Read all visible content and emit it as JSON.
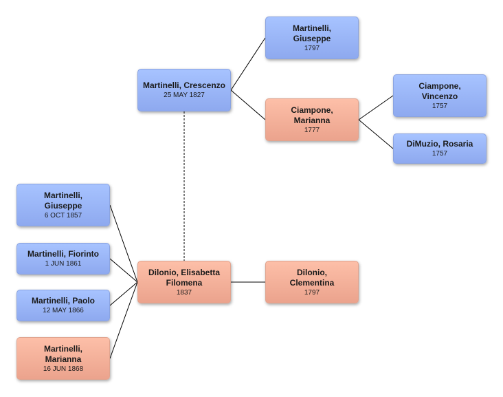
{
  "people": {
    "crescenzo": {
      "name": "Martinelli, Crescenzo",
      "date": "25 MAY 1827",
      "sex": "male"
    },
    "giuseppe_f": {
      "name": "Martinelli, Giuseppe",
      "date": "1797",
      "sex": "male"
    },
    "marianna_m": {
      "name": "Ciampone, Marianna",
      "date": "1777",
      "sex": "female"
    },
    "vincenzo": {
      "name": "Ciampone, Vincenzo",
      "date": "1757",
      "sex": "male"
    },
    "rosaria": {
      "name": "DiMuzio, Rosaria",
      "date": "1757",
      "sex": "male"
    },
    "elisabetta": {
      "name": "Dilonio, Elisabetta Filomena",
      "date": "1837",
      "sex": "female"
    },
    "clementina": {
      "name": "Dilonio, Clementina",
      "date": "1797",
      "sex": "female"
    },
    "giuseppe_c": {
      "name": "Martinelli, Giuseppe",
      "date": "6 OCT 1857",
      "sex": "male"
    },
    "fiorinto": {
      "name": "Martinelli, Fiorinto",
      "date": "1 JUN 1861",
      "sex": "male"
    },
    "paolo": {
      "name": "Martinelli, Paolo",
      "date": "12 MAY 1866",
      "sex": "male"
    },
    "marianna_c": {
      "name": "Martinelli, Marianna",
      "date": "16 JUN 1868",
      "sex": "female"
    }
  },
  "colors": {
    "male": "#9bb6fb",
    "female": "#f6b19a",
    "line": "#000000",
    "spouse_line": "#555555"
  }
}
